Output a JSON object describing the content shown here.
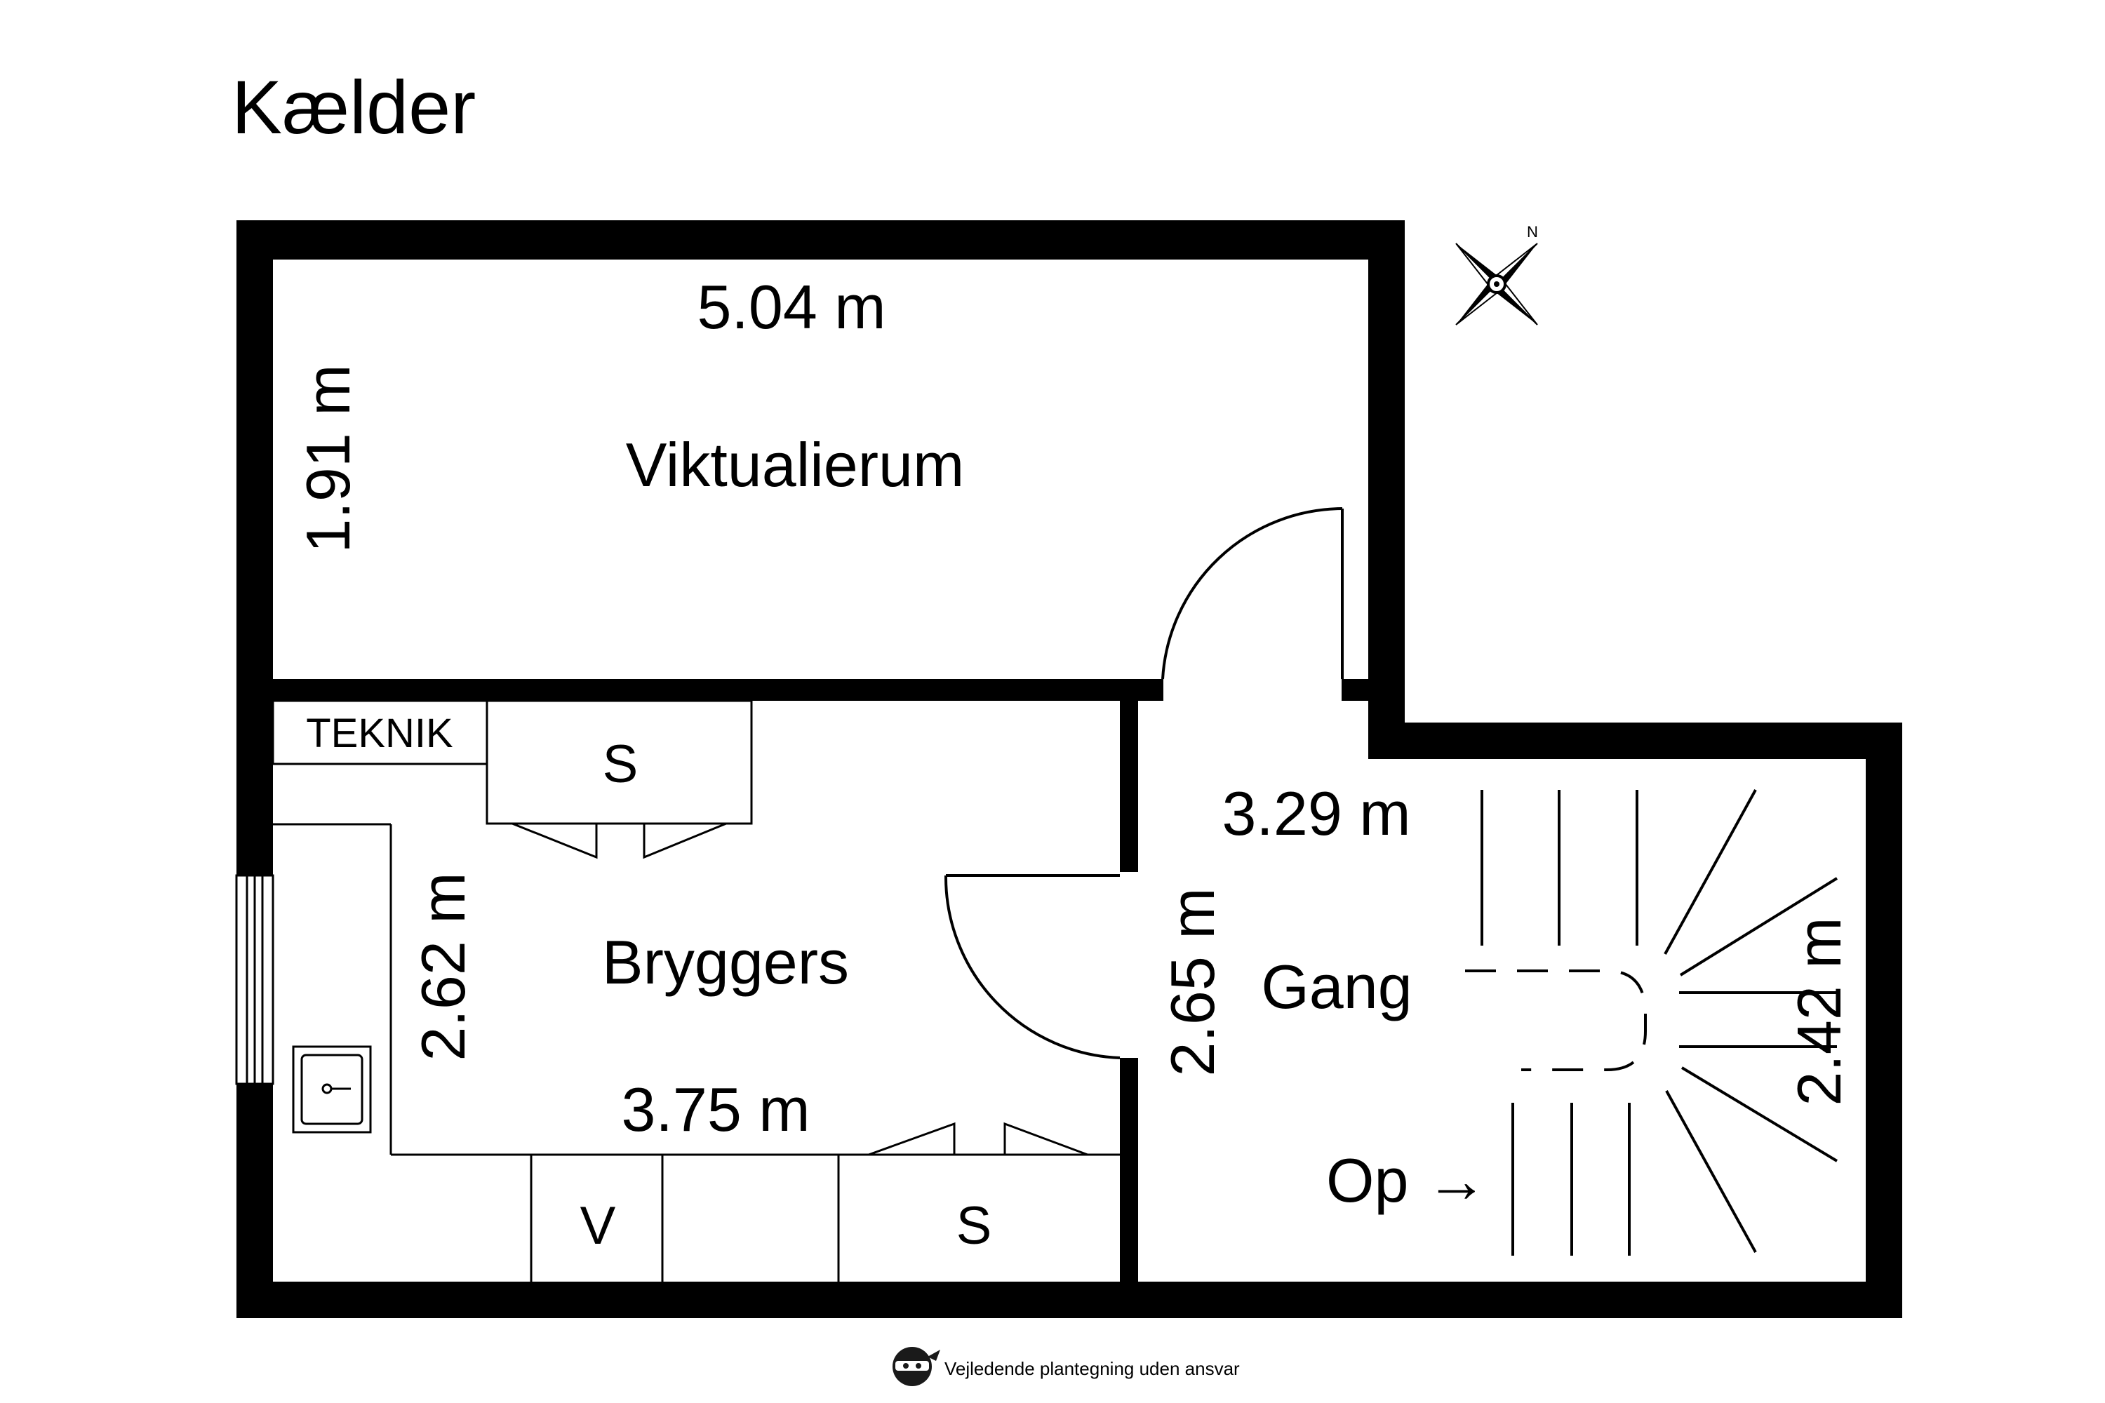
{
  "title": "Kælder",
  "rooms": {
    "viktualierum": {
      "name": "Viktualierum",
      "width": "5.04 m",
      "depth": "1.91 m"
    },
    "bryggers": {
      "name": "Bryggers",
      "width": "3.75 m",
      "depth": "2.62 m"
    },
    "gang": {
      "name": "Gang",
      "width": "3.29 m",
      "depth": "2.65 m",
      "stair_depth": "2.42 m"
    }
  },
  "fixtures": {
    "teknik": "TEKNIK",
    "cabinet_upper_s": "S",
    "cabinet_lower_s": "S",
    "cabinet_v": "V"
  },
  "stair_label": "Op →",
  "compass_label": "N",
  "footer": "Vejledende plantegning uden ansvar",
  "icons": {
    "compass": "compass-rose-icon",
    "logo": "ninja-logo-icon",
    "sink": "sink-icon"
  }
}
